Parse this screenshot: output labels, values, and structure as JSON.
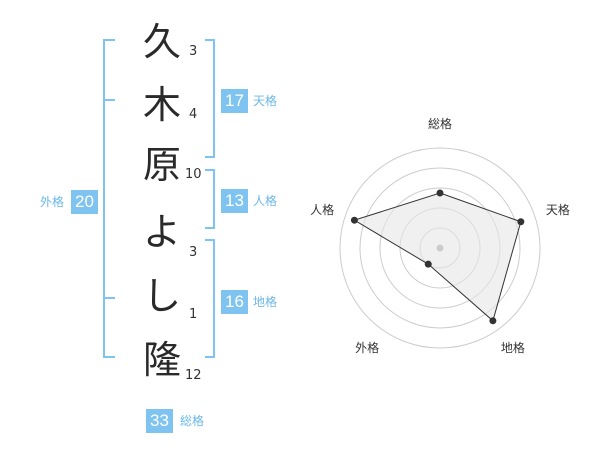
{
  "colors": {
    "accent": "#7fc4f0",
    "accent_text": "#6cb8e8",
    "bracket": "#7fc4f0"
  },
  "name": {
    "chars": [
      {
        "char": "久",
        "strokes": "3"
      },
      {
        "char": "木",
        "strokes": "4"
      },
      {
        "char": "原",
        "strokes": "10"
      },
      {
        "char": "よ",
        "strokes": "3"
      },
      {
        "char": "し",
        "strokes": "1"
      },
      {
        "char": "隆",
        "strokes": "12"
      }
    ]
  },
  "fortunes": {
    "tenkaku": {
      "value": "17",
      "label": "天格"
    },
    "jinkaku": {
      "value": "13",
      "label": "人格"
    },
    "chikaku": {
      "value": "16",
      "label": "地格"
    },
    "gaikaku": {
      "value": "20",
      "label": "外格"
    },
    "soukaku": {
      "value": "33",
      "label": "総格"
    }
  },
  "chart_data": {
    "type": "radar",
    "axes": [
      "総格",
      "天格",
      "地格",
      "外格",
      "人格"
    ],
    "values": [
      0.55,
      0.85,
      0.9,
      0.2,
      0.9
    ],
    "rings": 5,
    "range": [
      0,
      1
    ],
    "grid": true,
    "colors": {
      "fill": "#e6e6e6",
      "line": "#333333",
      "grid": "#cccccc",
      "center": "#cccccc",
      "point": "#333333"
    }
  }
}
